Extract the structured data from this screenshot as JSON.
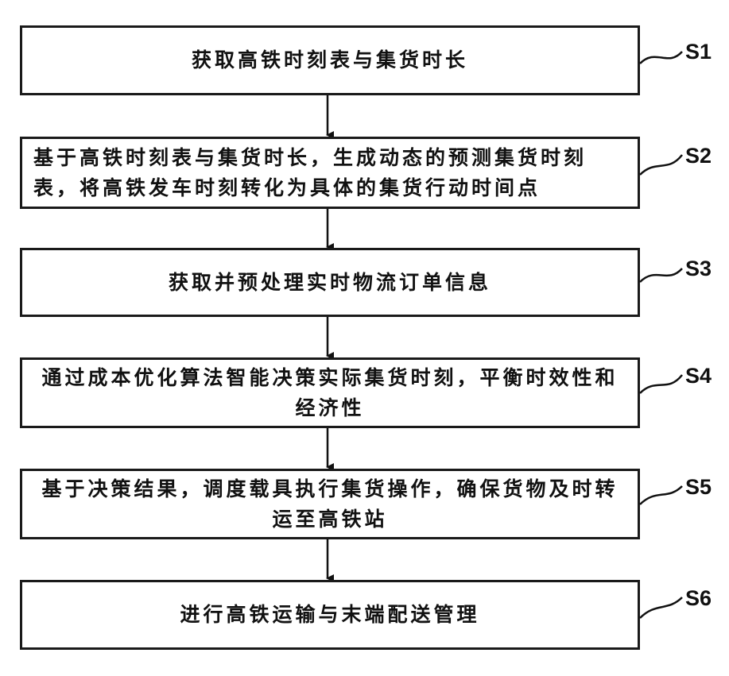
{
  "steps": [
    {
      "id": "S1",
      "text": "获取高铁时刻表与集货时长"
    },
    {
      "id": "S2",
      "text": "基于高铁时刻表与集货时长，生成动态的预测集货时刻表，将高铁发车时刻转化为具体的集货行动时间点"
    },
    {
      "id": "S3",
      "text": "获取并预处理实时物流订单信息"
    },
    {
      "id": "S4",
      "text": "通过成本优化算法智能决策实际集货时刻，平衡时效性和经济性"
    },
    {
      "id": "S5",
      "text": "基于决策结果，调度载具执行集货操作，确保货物及时转运至高铁站"
    },
    {
      "id": "S6",
      "text": "进行高铁运输与末端配送管理"
    }
  ]
}
